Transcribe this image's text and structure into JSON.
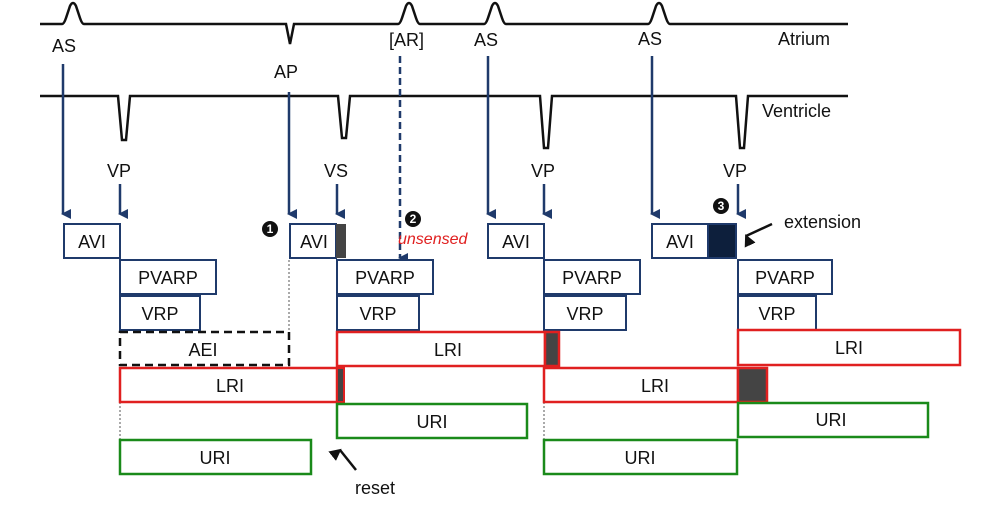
{
  "signals": {
    "atrium_label": "Atrium",
    "ventricle_label": "Ventricle"
  },
  "events": {
    "as1": "AS",
    "ap": "AP",
    "ar": "[AR]",
    "as2": "AS",
    "as3": "AS",
    "vp1": "VP",
    "vs": "VS",
    "vp2": "VP",
    "vp3": "VP"
  },
  "boxes": {
    "avi": "AVI",
    "pvarp": "PVARP",
    "vrp": "VRP",
    "aei": "AEI",
    "lri": "LRI",
    "uri": "URI"
  },
  "annotations": {
    "marker_1": "1",
    "marker_2": "2",
    "marker_3": "3",
    "unsensed": "unsensed",
    "extension": "extension",
    "reset": "reset"
  },
  "colors": {
    "arrow": "#1f3a6b",
    "box_blue": "#1f3a6b",
    "box_red": "#e02020",
    "box_green": "#1a8a1a",
    "extension_fill": "#0d1f3c",
    "dark_fill": "#444444"
  }
}
